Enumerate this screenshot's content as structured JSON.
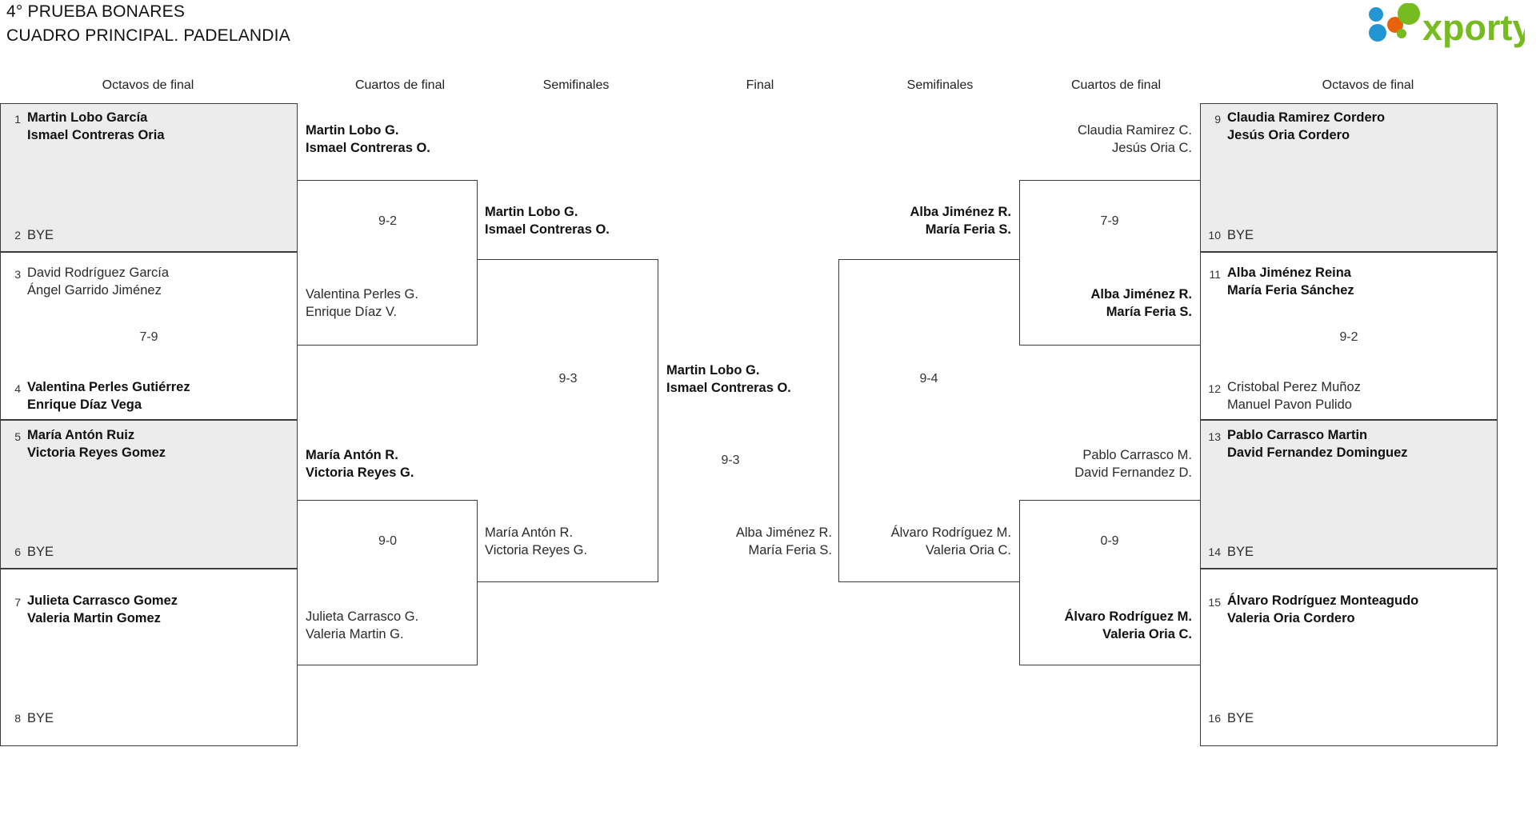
{
  "header": {
    "title_line1": "4° PRUEBA BONARES",
    "title_line2": "CUADRO PRINCIPAL. PADELANDIA",
    "logo_text": "xporty",
    "logo_colors": {
      "blue": "#2196d3",
      "orange": "#e8620c",
      "green": "#76bc21"
    }
  },
  "column_headers": {
    "left_r16": "Octavos de final",
    "left_qf": "Cuartos de final",
    "left_sf": "Semifinales",
    "final": "Final",
    "right_sf": "Semifinales",
    "right_qf": "Cuartos de final",
    "right_r16": "Octavos de final"
  },
  "chart_data": {
    "type": "bracket",
    "rounds": [
      "Octavos de final",
      "Cuartos de final",
      "Semifinales",
      "Final"
    ],
    "left_r16": [
      {
        "seed_top": "1",
        "top": "Martin Lobo García\nIsmael Contreras Oria",
        "top_winner": true,
        "seed_bot": "2",
        "bot": "BYE",
        "bot_winner": false,
        "score": "",
        "shaded": true
      },
      {
        "seed_top": "3",
        "top": "David Rodríguez García\nÁngel Garrido Jiménez",
        "top_winner": false,
        "seed_bot": "4",
        "bot": "Valentina Perles Gutiérrez\nEnrique Díaz Vega",
        "bot_winner": true,
        "score": "7-9",
        "shaded": false
      },
      {
        "seed_top": "5",
        "top": "María Antón Ruiz\nVictoria Reyes Gomez",
        "top_winner": true,
        "seed_bot": "6",
        "bot": "BYE",
        "bot_winner": false,
        "score": "",
        "shaded": true
      },
      {
        "seed_top": "7",
        "top": "Julieta Carrasco Gomez\nValeria Martin Gomez",
        "top_winner": true,
        "seed_bot": "8",
        "bot": "BYE",
        "bot_winner": false,
        "score": "",
        "shaded": false
      }
    ],
    "right_r16": [
      {
        "seed_top": "9",
        "top": "Claudia Ramirez Cordero\nJesús Oria Cordero",
        "top_winner": true,
        "seed_bot": "10",
        "bot": "BYE",
        "bot_winner": false,
        "score": "",
        "shaded": true
      },
      {
        "seed_top": "11",
        "top": "Alba Jiménez Reina\nMaría Feria Sánchez",
        "top_winner": true,
        "seed_bot": "12",
        "bot": "Cristobal Perez Muñoz\nManuel Pavon Pulido",
        "bot_winner": false,
        "score": "9-2",
        "shaded": false
      },
      {
        "seed_top": "13",
        "top": "Pablo Carrasco Martin\nDavid Fernandez Dominguez",
        "top_winner": true,
        "seed_bot": "14",
        "bot": "BYE",
        "bot_winner": false,
        "score": "",
        "shaded": true
      },
      {
        "seed_top": "15",
        "top": "Álvaro Rodríguez Monteagudo\nValeria Oria Cordero",
        "top_winner": true,
        "seed_bot": "16",
        "bot": "BYE",
        "bot_winner": false,
        "score": "",
        "shaded": false
      }
    ],
    "left_qf": [
      {
        "top": "Martin Lobo G.\nIsmael Contreras O.",
        "top_winner": true,
        "bot": "Valentina Perles G.\nEnrique Díaz V.",
        "bot_winner": false,
        "score": "9-2"
      },
      {
        "top": "María Antón R.\nVictoria Reyes G.",
        "top_winner": true,
        "bot": "Julieta Carrasco G.\nValeria Martin G.",
        "bot_winner": false,
        "score": "9-0"
      }
    ],
    "right_qf": [
      {
        "top": "Claudia Ramirez C.\nJesús Oria C.",
        "top_winner": false,
        "bot": "Alba Jiménez R.\nMaría Feria S.",
        "bot_winner": true,
        "score": "7-9"
      },
      {
        "top": "Pablo Carrasco M.\nDavid Fernandez D.",
        "top_winner": false,
        "bot": "Álvaro Rodríguez M.\nValeria Oria C.",
        "bot_winner": true,
        "score": "0-9"
      }
    ],
    "left_sf": [
      {
        "top": "Martin Lobo G.\nIsmael Contreras O.",
        "top_winner": true,
        "bot": "María Antón R.\nVictoria Reyes G.",
        "bot_winner": false,
        "score": "9-3"
      }
    ],
    "right_sf": [
      {
        "top": "Alba Jiménez R.\nMaría Feria S.",
        "top_winner": true,
        "bot": "Álvaro Rodríguez M.\nValeria Oria C.",
        "bot_winner": false,
        "score": "9-4"
      }
    ],
    "final": {
      "left": "Martin Lobo G.\nIsmael Contreras O.",
      "left_winner": true,
      "right": "Alba Jiménez R.\nMaría Feria S.",
      "right_winner": false,
      "score": "9-3"
    }
  }
}
